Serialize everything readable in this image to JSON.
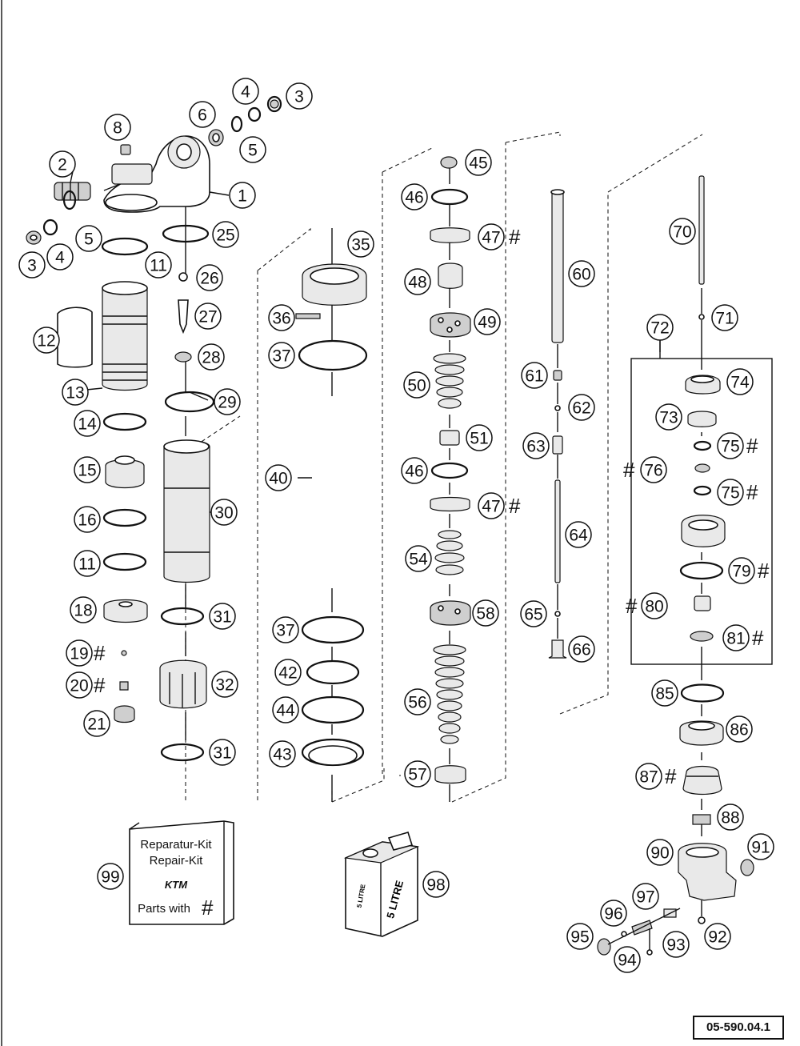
{
  "diagram": {
    "drawing_number": "05-590.04.1",
    "hash_symbol": "#",
    "callouts": [
      {
        "id": "c1",
        "label": "1"
      },
      {
        "id": "c2",
        "label": "2"
      },
      {
        "id": "c3a",
        "label": "3"
      },
      {
        "id": "c3b",
        "label": "3"
      },
      {
        "id": "c4a",
        "label": "4"
      },
      {
        "id": "c4b",
        "label": "4"
      },
      {
        "id": "c5a",
        "label": "5"
      },
      {
        "id": "c5b",
        "label": "5"
      },
      {
        "id": "c6",
        "label": "6"
      },
      {
        "id": "c8",
        "label": "8"
      },
      {
        "id": "c11a",
        "label": "11"
      },
      {
        "id": "c11b",
        "label": "11"
      },
      {
        "id": "c12",
        "label": "12"
      },
      {
        "id": "c13",
        "label": "13"
      },
      {
        "id": "c14",
        "label": "14"
      },
      {
        "id": "c15",
        "label": "15"
      },
      {
        "id": "c16",
        "label": "16"
      },
      {
        "id": "c18",
        "label": "18"
      },
      {
        "id": "c19",
        "label": "19"
      },
      {
        "id": "c20",
        "label": "20"
      },
      {
        "id": "c21",
        "label": "21"
      },
      {
        "id": "c25",
        "label": "25"
      },
      {
        "id": "c26",
        "label": "26"
      },
      {
        "id": "c27",
        "label": "27"
      },
      {
        "id": "c28",
        "label": "28"
      },
      {
        "id": "c29",
        "label": "29"
      },
      {
        "id": "c30",
        "label": "30"
      },
      {
        "id": "c31a",
        "label": "31"
      },
      {
        "id": "c31b",
        "label": "31"
      },
      {
        "id": "c32",
        "label": "32"
      },
      {
        "id": "c35",
        "label": "35"
      },
      {
        "id": "c36",
        "label": "36"
      },
      {
        "id": "c37a",
        "label": "37"
      },
      {
        "id": "c37b",
        "label": "37"
      },
      {
        "id": "c40",
        "label": "40"
      },
      {
        "id": "c42",
        "label": "42"
      },
      {
        "id": "c43",
        "label": "43"
      },
      {
        "id": "c44",
        "label": "44"
      },
      {
        "id": "c45",
        "label": "45"
      },
      {
        "id": "c46a",
        "label": "46"
      },
      {
        "id": "c46b",
        "label": "46"
      },
      {
        "id": "c47a",
        "label": "47"
      },
      {
        "id": "c47b",
        "label": "47"
      },
      {
        "id": "c48",
        "label": "48"
      },
      {
        "id": "c49",
        "label": "49"
      },
      {
        "id": "c50",
        "label": "50"
      },
      {
        "id": "c51",
        "label": "51"
      },
      {
        "id": "c54",
        "label": "54"
      },
      {
        "id": "c56",
        "label": "56"
      },
      {
        "id": "c57",
        "label": "57"
      },
      {
        "id": "c58",
        "label": "58"
      },
      {
        "id": "c60",
        "label": "60"
      },
      {
        "id": "c61",
        "label": "61"
      },
      {
        "id": "c62",
        "label": "62"
      },
      {
        "id": "c63",
        "label": "63"
      },
      {
        "id": "c64",
        "label": "64"
      },
      {
        "id": "c65",
        "label": "65"
      },
      {
        "id": "c66",
        "label": "66"
      },
      {
        "id": "c70",
        "label": "70"
      },
      {
        "id": "c71",
        "label": "71"
      },
      {
        "id": "c72",
        "label": "72"
      },
      {
        "id": "c73",
        "label": "73"
      },
      {
        "id": "c74",
        "label": "74"
      },
      {
        "id": "c75a",
        "label": "75"
      },
      {
        "id": "c75b",
        "label": "75"
      },
      {
        "id": "c76",
        "label": "76"
      },
      {
        "id": "c79",
        "label": "79"
      },
      {
        "id": "c80",
        "label": "80"
      },
      {
        "id": "c81",
        "label": "81"
      },
      {
        "id": "c85",
        "label": "85"
      },
      {
        "id": "c86",
        "label": "86"
      },
      {
        "id": "c87",
        "label": "87"
      },
      {
        "id": "c88",
        "label": "88"
      },
      {
        "id": "c90",
        "label": "90"
      },
      {
        "id": "c91",
        "label": "91"
      },
      {
        "id": "c92",
        "label": "92"
      },
      {
        "id": "c93",
        "label": "93"
      },
      {
        "id": "c94",
        "label": "94"
      },
      {
        "id": "c95",
        "label": "95"
      },
      {
        "id": "c96",
        "label": "96"
      },
      {
        "id": "c97",
        "label": "97"
      },
      {
        "id": "c98",
        "label": "98"
      },
      {
        "id": "c99",
        "label": "99"
      }
    ],
    "repair_kit": {
      "line1": "Reparatur-Kit",
      "line2": "Repair-Kit",
      "brand": "KTM",
      "line3": "Parts with"
    },
    "oil_can": {
      "front_text": "5 LITRE",
      "side_text": "5 LITRE"
    }
  }
}
